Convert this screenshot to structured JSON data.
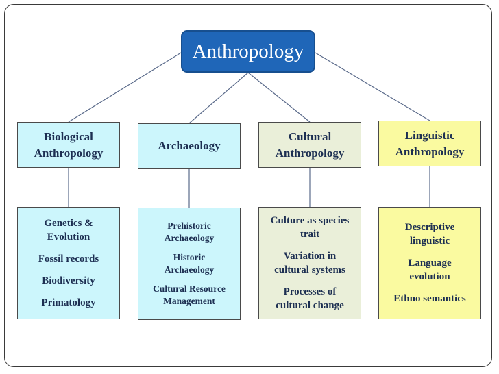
{
  "root": {
    "label": "Anthropology"
  },
  "categories": [
    {
      "label_line1": "Biological",
      "label_line2": "Anthropology"
    },
    {
      "label_line1": "Archaeology",
      "label_line2": ""
    },
    {
      "label_line1": "Cultural",
      "label_line2": "Anthropology"
    },
    {
      "label_line1": "Linguistic",
      "label_line2": "Anthropology"
    }
  ],
  "details": [
    {
      "items": [
        [
          "Genetics &",
          "Evolution"
        ],
        [
          "Fossil records"
        ],
        [
          "Biodiversity"
        ],
        [
          "Primatology"
        ]
      ]
    },
    {
      "items": [
        [
          "Prehistoric",
          "Archaeology"
        ],
        [
          "Historic",
          "Archaeology"
        ],
        [
          "Cultural Resource",
          "Management"
        ]
      ]
    },
    {
      "items": [
        [
          "Culture as species",
          "trait"
        ],
        [
          "Variation in",
          "cultural systems"
        ],
        [
          "Processes of",
          "cultural change"
        ]
      ]
    },
    {
      "items": [
        [
          "Descriptive",
          "linguistic"
        ],
        [
          "Language",
          "evolution"
        ],
        [
          "Ethno semantics"
        ]
      ]
    }
  ],
  "colors": {
    "root_fill": "#1f66b8",
    "blue_fill": "#ccf6fc",
    "green_fill": "#eaefd9",
    "yellow_fill": "#fafaa0",
    "text": "#1d2f52",
    "connector": "#5a6a8a"
  }
}
